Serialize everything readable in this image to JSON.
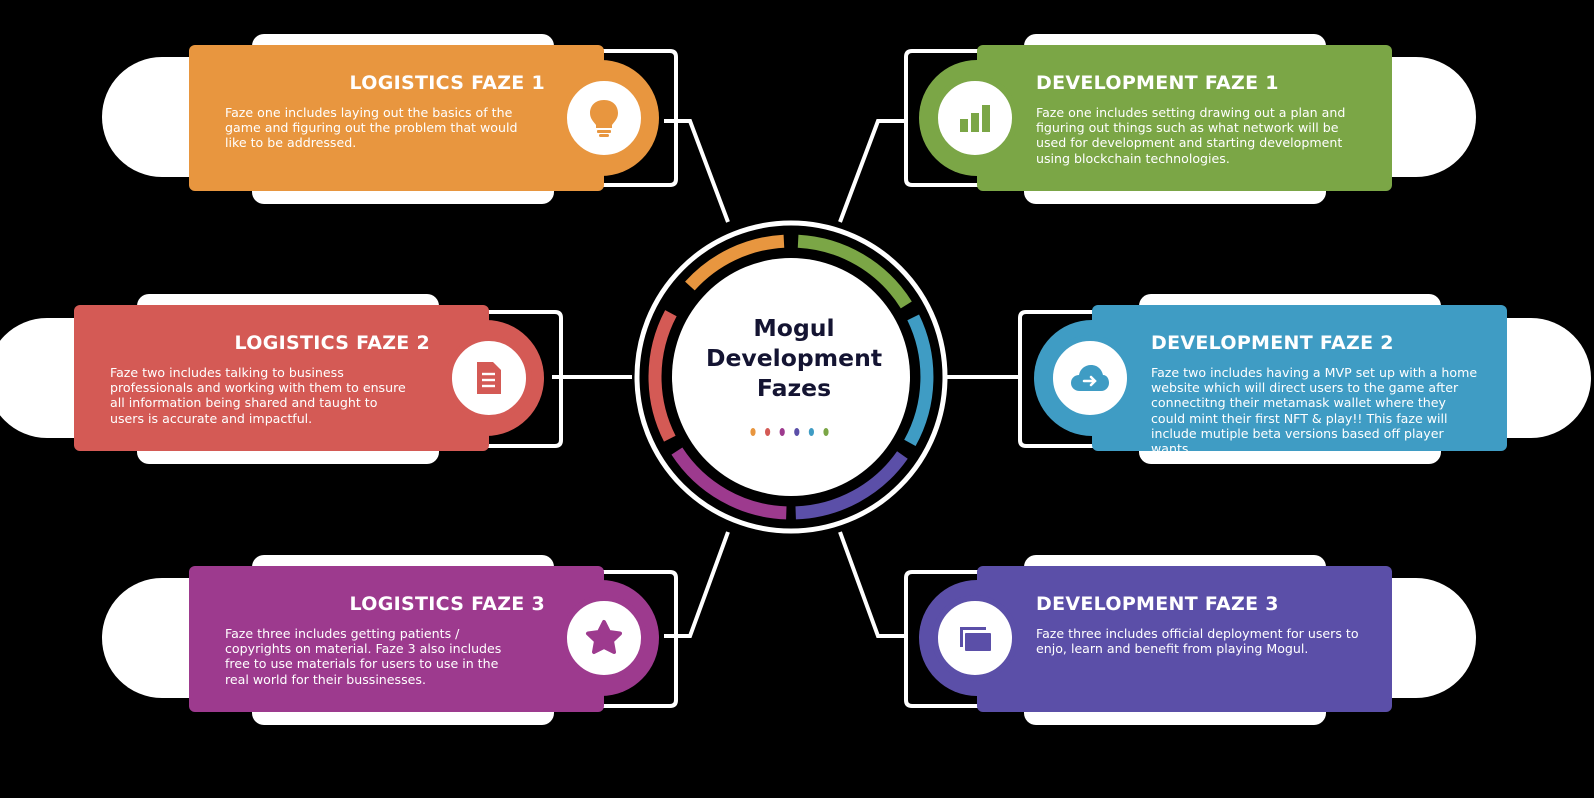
{
  "center": {
    "title_lines": [
      "Mogul",
      "Development",
      "Fazes"
    ],
    "dot_colors": [
      "#E8963F",
      "#D45A55",
      "#9D3A8E",
      "#5B4FA8",
      "#3F9CC4",
      "#7BA646"
    ]
  },
  "phases": {
    "logistics_1": {
      "title": "LOGISTICS FAZE 1",
      "description": "Faze one includes laying out the basics of the game and figuring out the problem that would like to be addressed.",
      "color": "#E8963F",
      "icon": "lightbulb-icon"
    },
    "logistics_2": {
      "title": "LOGISTICS FAZE 2",
      "description": "Faze two includes talking to business professionals and working with them to ensure all information being shared and taught to users is accurate and impactful.",
      "color": "#D45A55",
      "icon": "document-icon"
    },
    "logistics_3": {
      "title": "LOGISTICS FAZE 3",
      "description": "Faze three includes getting patients / copyrights on material. Faze 3 also includes free to use materials for users to use in the real world for their bussinesses.",
      "color": "#9D3A8E",
      "icon": "star-icon"
    },
    "development_1": {
      "title": "DEVELOPMENT FAZE 1",
      "description": "Faze one includes setting drawing out a plan and figuring out things such as what network will be used for development and starting development using blockchain technologies.",
      "color": "#7BA646",
      "icon": "bar-chart-icon"
    },
    "development_2": {
      "title": "DEVELOPMENT FAZE 2",
      "description": "Faze two includes having a MVP set up with a home website which will direct users to the game after connectitng their metamask wallet where they could mint their first NFT & play!! This faze will include mutiple beta versions based off player wants",
      "color": "#3F9CC4",
      "icon": "cloud-upload-icon"
    },
    "development_3": {
      "title": "DEVELOPMENT FAZE 3",
      "description": "Faze three includes official deployment for users to enjo, learn and benefit from playing Mogul.",
      "color": "#5B4FA8",
      "icon": "folders-icon"
    }
  }
}
